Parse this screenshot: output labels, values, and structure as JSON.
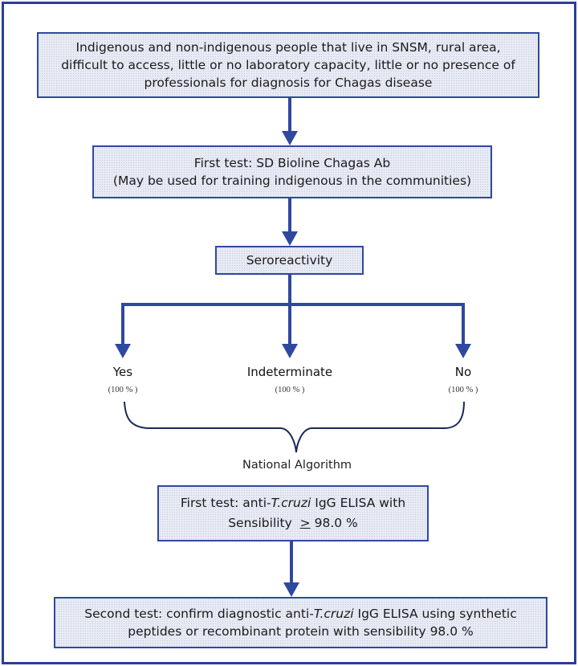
{
  "diagram": {
    "colors": {
      "accent": "#2f48a0",
      "box_fill": "#e8ebf4",
      "brace": "#1a2a55"
    },
    "nodes": [
      {
        "id": "population",
        "lines": [
          "Indigenous and non-indigenous people that live in SNSM, rural area,",
          "difficult to access, little or no laboratory capacity, little or no presence of",
          "professionals for diagnosis for Chagas disease"
        ]
      },
      {
        "id": "rapid-test",
        "lines": [
          "First test: SD Bioline Chagas Ab",
          "(May be used for training indigenous in the communities)"
        ]
      },
      {
        "id": "seroreactivity",
        "lines": [
          "Seroreactivity"
        ]
      },
      {
        "id": "first-elisa",
        "line1_prefix": "First test: anti-",
        "line1_italic": "T.cruzi",
        "line1_suffix": " IgG ELISA with",
        "line2_prefix": "Sensibility  ",
        "line2_symbol": ">",
        "line2_suffix": " 98.0 %"
      },
      {
        "id": "second-elisa",
        "line1_prefix": "Second test: confirm diagnostic anti-",
        "line1_italic": "T.cruzi",
        "line1_suffix": " IgG ELISA using synthetic",
        "line2": "peptides or recombinant protein with sensibility 98.0 %"
      }
    ],
    "outcomes": [
      {
        "label": "Yes",
        "percent": "(100 % )"
      },
      {
        "label": "Indeterminate",
        "percent": "(100 % )"
      },
      {
        "label": "No",
        "percent": "(100 % )"
      }
    ],
    "brace_label": "National Algorithm",
    "edges": [
      {
        "from": "population",
        "to": "rapid-test"
      },
      {
        "from": "rapid-test",
        "to": "seroreactivity"
      },
      {
        "from": "seroreactivity",
        "to": "Yes"
      },
      {
        "from": "seroreactivity",
        "to": "Indeterminate"
      },
      {
        "from": "seroreactivity",
        "to": "No"
      },
      {
        "from": "National Algorithm",
        "to": "first-elisa"
      },
      {
        "from": "first-elisa",
        "to": "second-elisa"
      }
    ]
  }
}
